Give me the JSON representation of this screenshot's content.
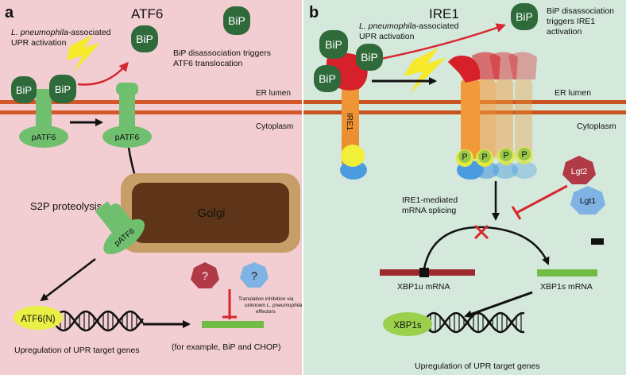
{
  "panel_a": {
    "panel_label": "a",
    "title": "ATF6",
    "activation_prefix": "L. pneumophila",
    "activation_suffix": "-associated",
    "activation_line2": "UPR activation",
    "bip": "BiP",
    "bip_note_line1": "BiP disassociation triggers",
    "bip_note_line2": "ATF6 translocation",
    "er_lumen": "ER lumen",
    "cytoplasm": "Cytoplasm",
    "patf6": "pATF6",
    "s2p": "S2P proteolysis",
    "golgi": "Golgi",
    "atf6n": "ATF6(N)",
    "q": "?",
    "inhib_line1": "Translation inhibition via",
    "inhib_line2_prefix": "unknown ",
    "inhib_line2_italic": "L. pneumophila",
    "inhib_line3": "effectors",
    "upreg": "Upregulation of UPR target genes",
    "example": "(for example, BiP and CHOP)",
    "colors": {
      "background": "#f2cdd2",
      "protein": "#6fbf6e",
      "bip": "#2f6b3a"
    }
  },
  "panel_b": {
    "panel_label": "b",
    "title": "IRE1",
    "activation_prefix": "L. pneumophila",
    "activation_suffix": "-associated",
    "activation_line2": "UPR activation",
    "bip": "BiP",
    "bip_note_line1": "BiP disassociation",
    "bip_note_line2": "triggers IRE1",
    "bip_note_line3": "activation",
    "er_lumen": "ER lumen",
    "cytoplasm": "Cytoplasm",
    "ire1": "IRE1",
    "p": "P",
    "lgt2": "Lgt2",
    "lgt1": "Lgt1",
    "splicing_line1": "IRE1-mediated",
    "splicing_line2": "mRNA splicing",
    "xbp1u": "XBP1u mRNA",
    "xbp1s": "XBP1s mRNA",
    "xbp1s_protein": "XBP1s",
    "upreg": "Upregulation of UPR target genes",
    "colors": {
      "background": "#d4e8dc",
      "membrane": "#c8531f",
      "ire1_lumenal": "#d6202a"
    }
  }
}
